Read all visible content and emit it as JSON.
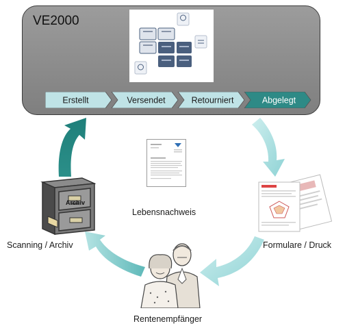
{
  "system": {
    "title": "VE2000"
  },
  "workflow": {
    "steps": [
      {
        "label": "Erstellt",
        "fill": "#bfe3e6",
        "text_color": "#1a1a1a"
      },
      {
        "label": "Versendet",
        "fill": "#bfe3e6",
        "text_color": "#1a1a1a"
      },
      {
        "label": "Retourniert",
        "fill": "#bfe3e6",
        "text_color": "#1a1a1a"
      },
      {
        "label": "Abgelegt",
        "fill": "#2e8a86",
        "text_color": "#ffffff"
      }
    ]
  },
  "nodes": {
    "document": "Lebensnachweis",
    "cabinet_drawer_label": "Archiv",
    "scanning": "Scanning / Archiv",
    "forms": "Formulare / Druck",
    "recipients": "Rentenempfänger"
  },
  "colors": {
    "panel": "#8a8a8a",
    "arrow_dark": "#1f8c86",
    "arrow_light": "#a9dfe0",
    "tile": "#4a5f7e"
  }
}
